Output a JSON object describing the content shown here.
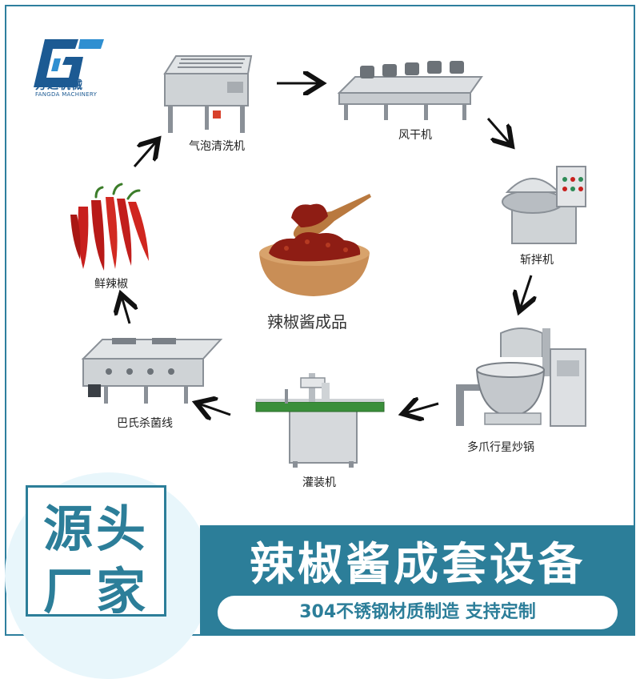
{
  "logo": {
    "cn": "方达机械",
    "en": "FANGDA MACHINERY"
  },
  "steps": [
    {
      "key": "wash",
      "label": "气泡清洗机"
    },
    {
      "key": "dry",
      "label": "风干机"
    },
    {
      "key": "chop",
      "label": "斩拌机"
    },
    {
      "key": "wok",
      "label": "多爪行星炒锅"
    },
    {
      "key": "fill",
      "label": "灌装机"
    },
    {
      "key": "pasteur",
      "label": "巴氏杀菌线"
    },
    {
      "key": "pepper",
      "label": "鲜辣椒"
    }
  ],
  "center": {
    "label": "辣椒酱成品"
  },
  "banner": {
    "title": "辣椒酱成套设备",
    "subtitle": "304不锈钢材质制造 支持定制"
  },
  "badge": {
    "line1": "源头",
    "line2": "厂家"
  },
  "colors": {
    "brand": "#2c7e99",
    "logo": "#1c5a93",
    "pepper": "#c8201e",
    "sauce": "#8e1d14"
  }
}
